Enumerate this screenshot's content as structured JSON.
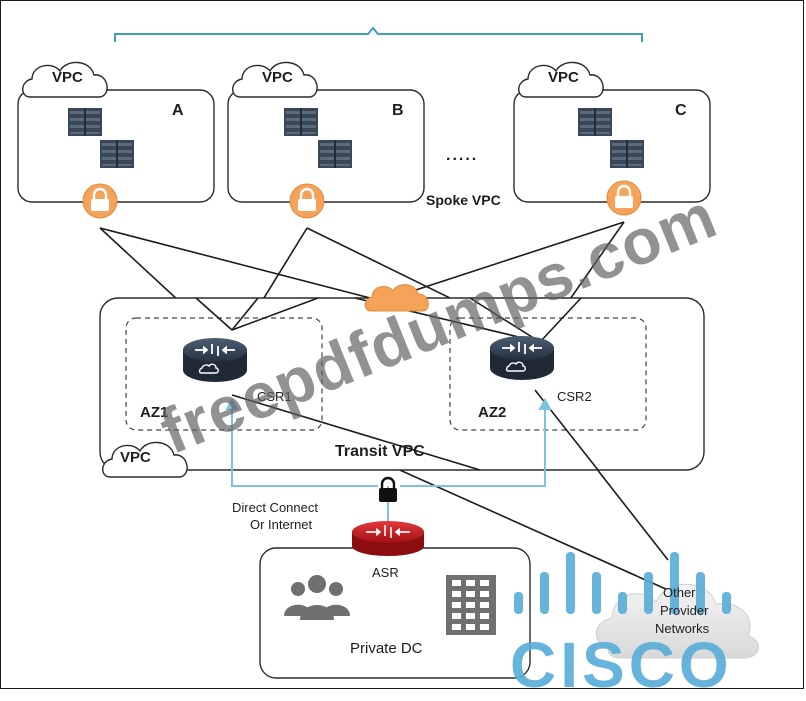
{
  "spokes": [
    {
      "vpc": "VPC",
      "id": "A"
    },
    {
      "vpc": "VPC",
      "id": "B"
    },
    {
      "vpc": "VPC",
      "id": "C"
    }
  ],
  "ellipsis": ".....",
  "spoke_vpc_label": "Spoke VPC",
  "transit": {
    "vpc": "VPC",
    "title": "Transit VPC",
    "az1": "AZ1",
    "az2": "AZ2",
    "csr1": "CSR1",
    "csr2": "CSR2"
  },
  "link": {
    "line1": "Direct Connect",
    "line2": "Or Internet"
  },
  "asr": "ASR",
  "private_dc": "Private DC",
  "other": [
    "Other",
    "Provider",
    "Networks"
  ],
  "watermark": "freepdfdumps.com",
  "logo_text": "CISCO",
  "colors": {
    "accent_orange": "#f6a35a",
    "bracket": "#3b9fc4",
    "link_blue": "#7cc3e0",
    "router_red": "#c9151b",
    "router_dark": "#2c3e50",
    "cisco_blue": "#5aaed8"
  }
}
